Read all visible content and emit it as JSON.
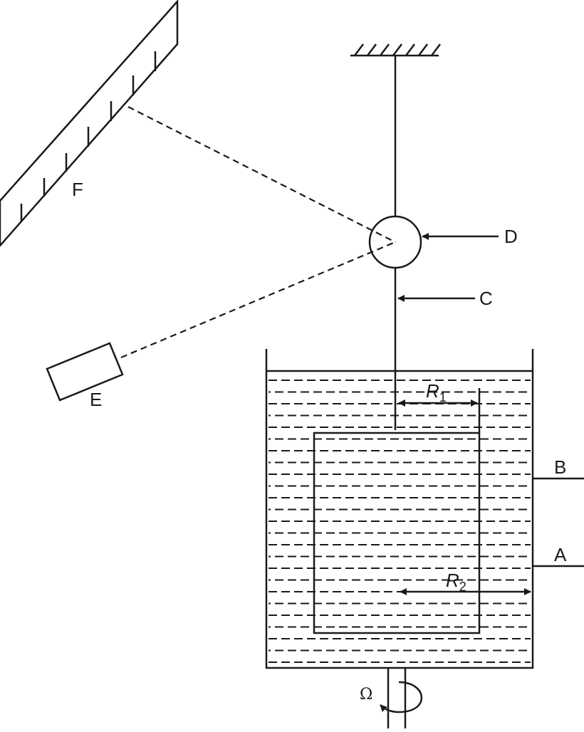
{
  "labels": {
    "A": "A",
    "B": "B",
    "C": "C",
    "D": "D",
    "E": "E",
    "F": "F",
    "R1_base": "R",
    "R1_sub": "1",
    "R2_base": "R",
    "R2_sub": "2",
    "omega": "Ω"
  },
  "colors": {
    "stroke": "#1a1a1a",
    "background": "#ffffff"
  }
}
